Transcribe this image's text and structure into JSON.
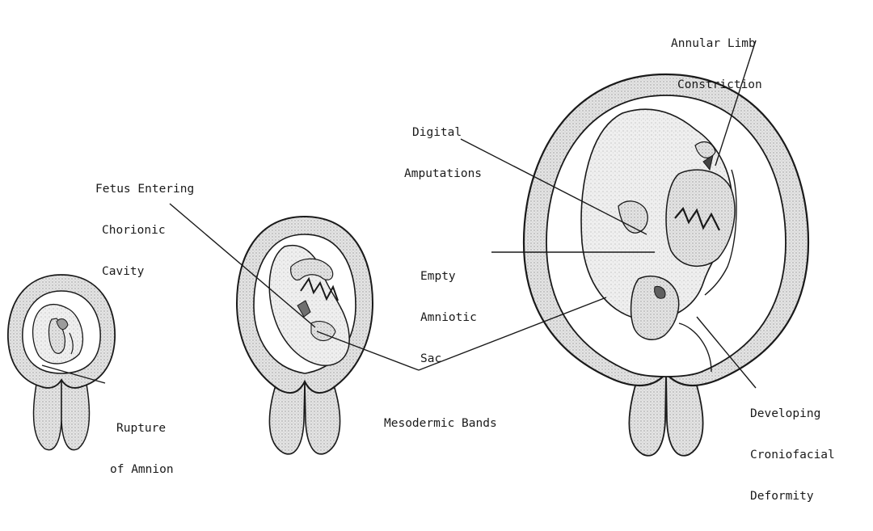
{
  "labels": {
    "annular_limb": [
      "Annular Limb",
      "Constriction"
    ],
    "digital_amputations": [
      "Digital",
      "Amputations"
    ],
    "fetus_entering": [
      "Fetus Entering",
      "Chorionic",
      "Cavity"
    ],
    "empty_sac": [
      "Empty",
      "Amniotic",
      "Sac"
    ],
    "rupture": [
      "Rupture",
      "of Amnion"
    ],
    "mesodermic": [
      "Mesodermic Bands"
    ],
    "craniofacial": [
      "Developing",
      "Croniofacial",
      "Deformity"
    ]
  },
  "colors": {
    "ink": "#1a1a1a",
    "wall": "#d9d9d9",
    "fetus": "#e6e6e6",
    "cavity": "#ffffff"
  }
}
